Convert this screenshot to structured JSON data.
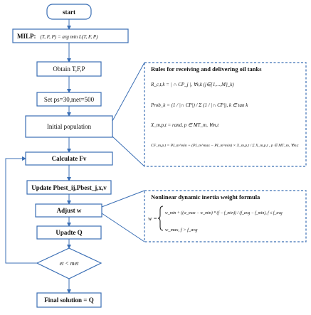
{
  "flow": {
    "start": "start",
    "milp_label": "MILP:",
    "milp_formula": "(T, F, P) = arg min L(T, F, P)",
    "obtain": "Obtain T,F,P",
    "set_params": "Set ps=30,met=500",
    "initial_population": "Initial population",
    "calculate": "Calculate Fv",
    "update": "Update Pbest_ij,Pbest_j,x,v",
    "adjust": "Adjust w",
    "update_q": "Upadte Q",
    "decision": "et < met",
    "final": "Final solution = Q"
  },
  "rules_panel": {
    "title": "Rules for receiving and delivering oil tanks",
    "eq1": "R_c,t,k = | ∩ CP_j |, ∀v,k   (j∈{1,...,M}_k)",
    "eq2": "Prob_k = (1 / |∩ CP|) / Σ (1 / |∩ CP|),  k ∈ tan k",
    "eq3": "X_m,p,t = rand, p ∈ MT_m, ∀m,t",
    "eq4": "CF_m,p,t = PI_m^min + (PI_m^max − PI_m^min) × X_m,p,t / Σ X_m,p,t ,  p ∈ MT_m, ∀m,t"
  },
  "inertia_panel": {
    "title": "Nonlinear dynamic inertia weight formula",
    "w_symbol": "w =",
    "case1": "w_min + ((w_max − w_min) * (f − f_min)) / (f_avg − f_min),  f ≤ f_avg",
    "case2": "w_max,  f > f_avg"
  }
}
